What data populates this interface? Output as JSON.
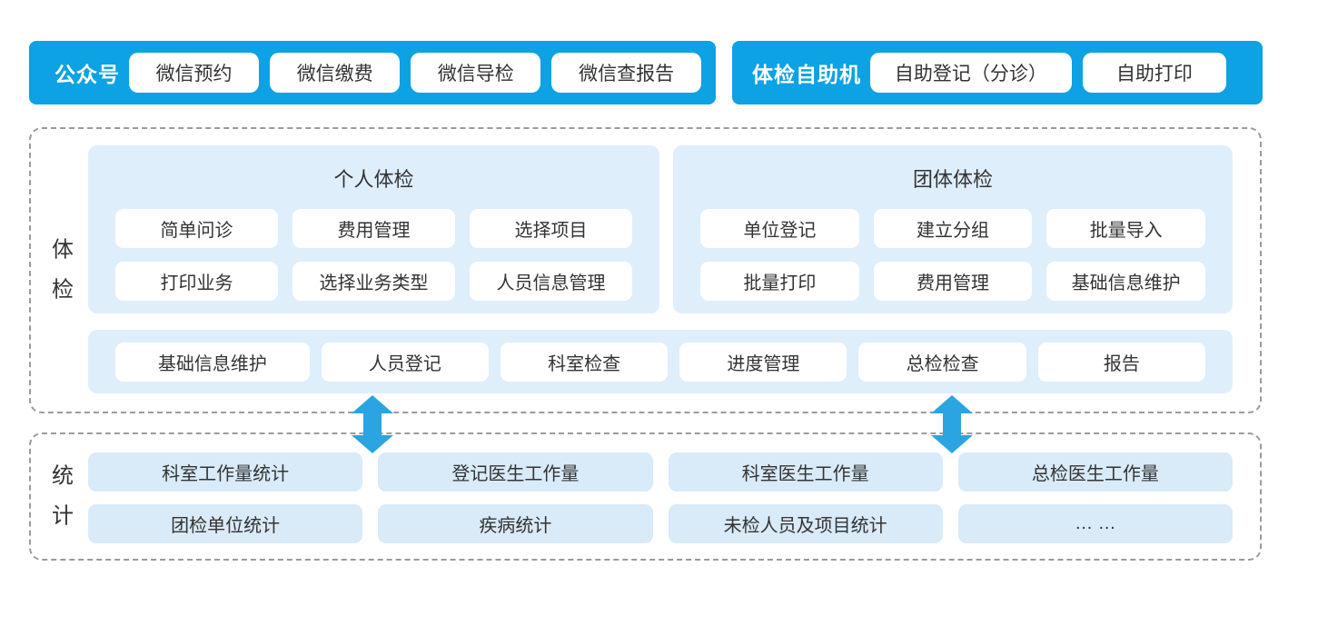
{
  "colors": {
    "brand_blue": "#0ca2e3",
    "arrow_blue": "#2aa5e2",
    "panel_light_blue": "#dfeefb",
    "stat_chip_blue": "#d9eaf8",
    "text_dark": "#333333",
    "dashed_border_gray": "#9b9b9b"
  },
  "top": {
    "wechat": {
      "label": "公众号",
      "buttons": [
        "微信预约",
        "微信缴费",
        "微信导检",
        "微信查报告"
      ]
    },
    "kiosk": {
      "label": "体检自助机",
      "buttons": [
        "自助登记（分诊）",
        "自助打印"
      ]
    }
  },
  "exam": {
    "label": "体检",
    "personal": {
      "title": "个人体检",
      "buttons": [
        "简单问诊",
        "费用管理",
        "选择项目",
        "打印业务",
        "选择业务类型",
        "人员信息管理"
      ]
    },
    "group": {
      "title": "团体体检",
      "buttons": [
        "单位登记",
        "建立分组",
        "批量导入",
        "批量打印",
        "费用管理",
        "基础信息维护"
      ]
    },
    "workflow": [
      "基础信息维护",
      "人员登记",
      "科室检查",
      "进度管理",
      "总检检查",
      "报告"
    ]
  },
  "stats": {
    "label": "统计",
    "row1": [
      "科室工作量统计",
      "登记医生工作量",
      "科室医生工作量",
      "总检医生工作量"
    ],
    "row2": [
      "团检单位统计",
      "疾病统计",
      "未检人员及项目统计",
      "… …"
    ]
  },
  "icons": {
    "sync_arrow": "double-headed-vertical-arrow"
  }
}
